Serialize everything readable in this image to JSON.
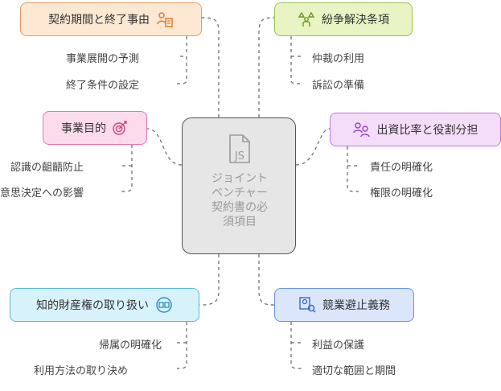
{
  "center": {
    "lines": [
      "ジョイント",
      "ベンチャー",
      "契約書の必",
      "須項目"
    ]
  },
  "topics": {
    "contract_period": {
      "label": "契約期間と終了事由",
      "color": "#ee9a5a",
      "icon": "people-document-icon",
      "items": [
        "事業展開の予測",
        "終了条件の設定"
      ]
    },
    "dispute": {
      "label": "紛争解決条項",
      "color": "#9ac24a",
      "icon": "people-scale-icon",
      "items": [
        "仲裁の利用",
        "訴訟の準備"
      ]
    },
    "purpose": {
      "label": "事業目的",
      "color": "#e07aa8",
      "icon": "target-icon",
      "items": [
        "認識の齟齬防止",
        "意思決定への影響"
      ]
    },
    "ratio": {
      "label": "出資比率と役割分担",
      "color": "#c07ad8",
      "icon": "people-roles-icon",
      "items": [
        "責任の明確化",
        "権限の明確化"
      ]
    },
    "ip": {
      "label": "知的財産権の取り扱い",
      "color": "#5ab8da",
      "icon": "ip-transfer-icon",
      "items": [
        "帰属の明確化",
        "利用方法の取り決め"
      ]
    },
    "noncompete": {
      "label": "競業避止義務",
      "color": "#6a94dc",
      "icon": "person-search-icon",
      "items": [
        "利益の保護",
        "適切な範囲と期間"
      ]
    }
  }
}
